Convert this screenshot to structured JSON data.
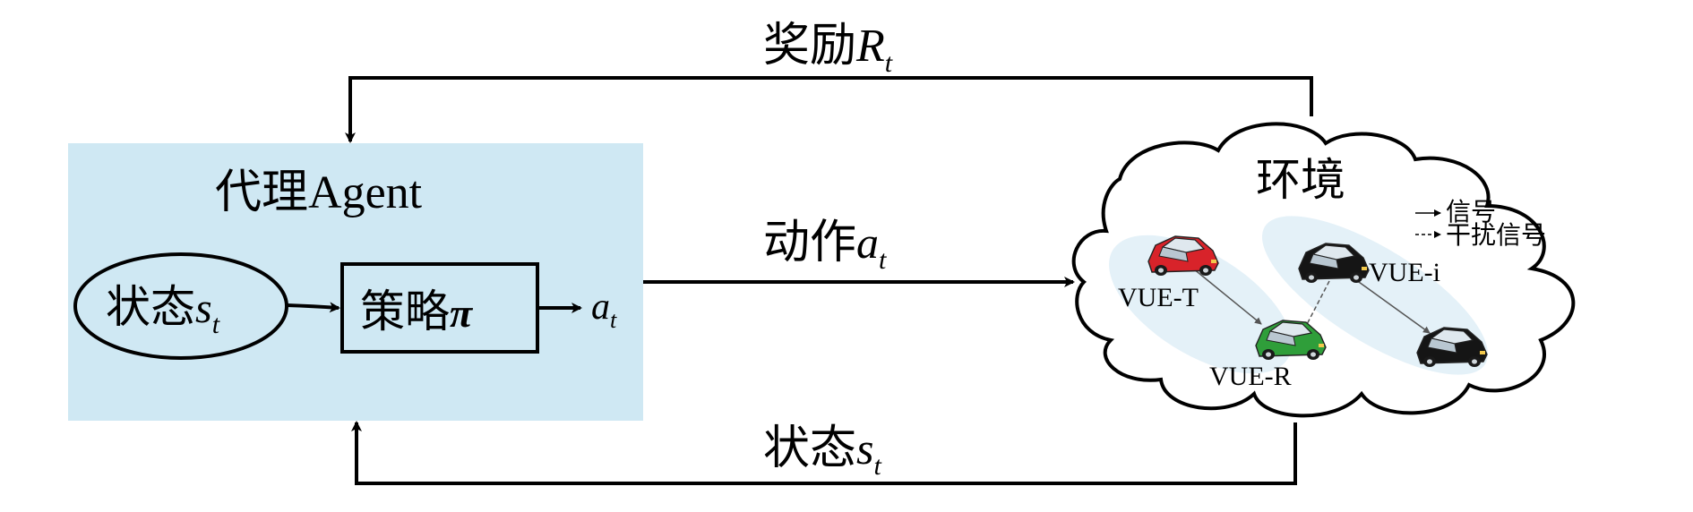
{
  "agent": {
    "title_cn": "代理",
    "title_en": "Agent",
    "state_cn": "状态",
    "state_sym": "s",
    "state_sub": "t",
    "policy_cn": "策略",
    "policy_sym": "π",
    "action_sym": "a",
    "action_sub": "t"
  },
  "arrows": {
    "reward_cn": "奖励",
    "reward_sym": "R",
    "reward_sub": "t",
    "action_cn": "动作",
    "action_sym": "a",
    "action_sub": "t",
    "state_cn": "状态",
    "state_sym": "s",
    "state_sub": "t"
  },
  "environment": {
    "title": "环境",
    "legend": {
      "signal": "信号",
      "interference": "干扰信号"
    },
    "vehicles": {
      "tx": "VUE-T",
      "rx": "VUE-R",
      "i": "VUE-i"
    }
  },
  "colors": {
    "agent_bg": "#cfe8f3",
    "cluster_bg": "#e4f1f8",
    "car_red": "#d8232a",
    "car_green": "#2f9e3a",
    "car_black": "#151515"
  }
}
